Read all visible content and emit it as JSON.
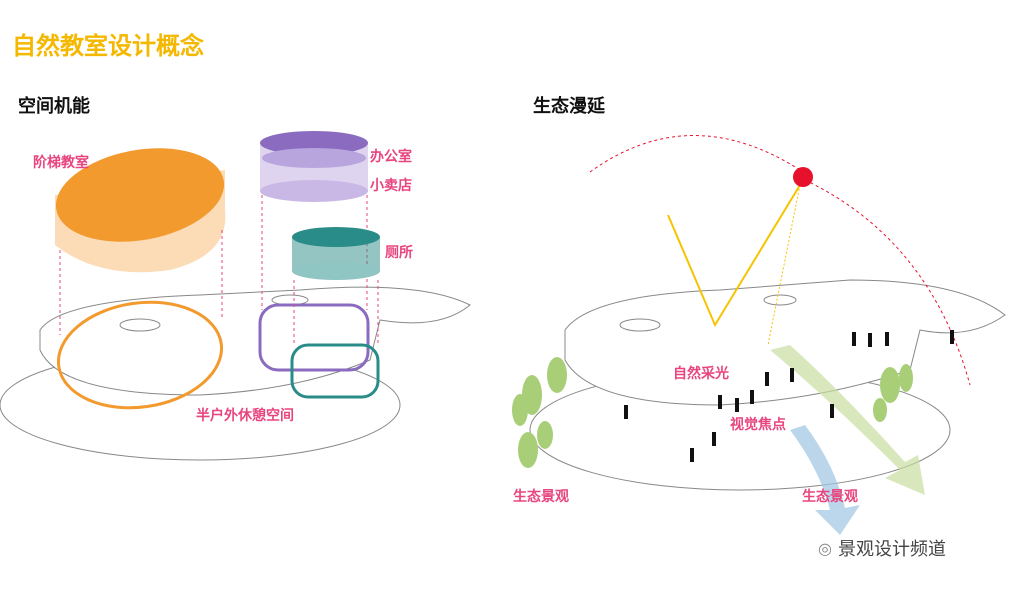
{
  "title": "自然教室设计概念",
  "left_panel": {
    "heading": "空间机能",
    "labels": {
      "classroom": "阶梯教室",
      "office": "办公室",
      "shop": "小卖店",
      "toilet": "厕所",
      "semi_outdoor": "半户外休憩空间"
    }
  },
  "right_panel": {
    "heading": "生态漫延",
    "labels": {
      "daylight": "自然采光",
      "focus": "视觉焦点",
      "landscape_left": "生态景观",
      "landscape_right": "生态景观"
    }
  },
  "watermark": "景观设计频道",
  "colors": {
    "title": "#f5b800",
    "label": "#e8457f",
    "orange": "#f39a2e",
    "purple": "#8a6bbf",
    "teal": "#2a8c88",
    "sun": "#e8112d"
  }
}
